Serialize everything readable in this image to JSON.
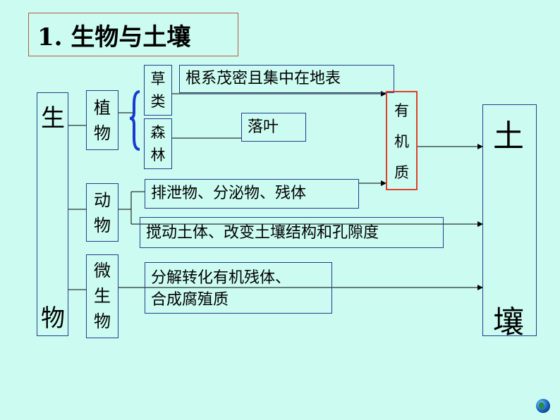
{
  "title": "1. 生物与土壤",
  "organisms": [
    "生",
    "物"
  ],
  "groups": {
    "plants": [
      "植",
      "物"
    ],
    "animals": [
      "动",
      "物"
    ],
    "microbes": [
      "微",
      "生",
      "物"
    ]
  },
  "plant_types": {
    "grass": [
      "草",
      "类"
    ],
    "forest": [
      "森",
      "林"
    ]
  },
  "descriptions": {
    "roots": "根系茂密且集中在地表",
    "leaves": "落叶",
    "animal_waste": "排泄物、分泌物、残体",
    "animal_disturb": "搅动土体、改变土壤结构和孔隙度",
    "microbe_line1": "分解转化有机残体、",
    "microbe_line2": "合成腐殖质"
  },
  "organic_matter": [
    "有",
    "机",
    "质"
  ],
  "soil": [
    "土",
    "壤"
  ],
  "colors": {
    "background": "#ccfcf1",
    "box_border": "#243c8c",
    "highlight_border": "#e0402a",
    "brace": "#1a3ad0",
    "title_border": "#b65a3a"
  }
}
